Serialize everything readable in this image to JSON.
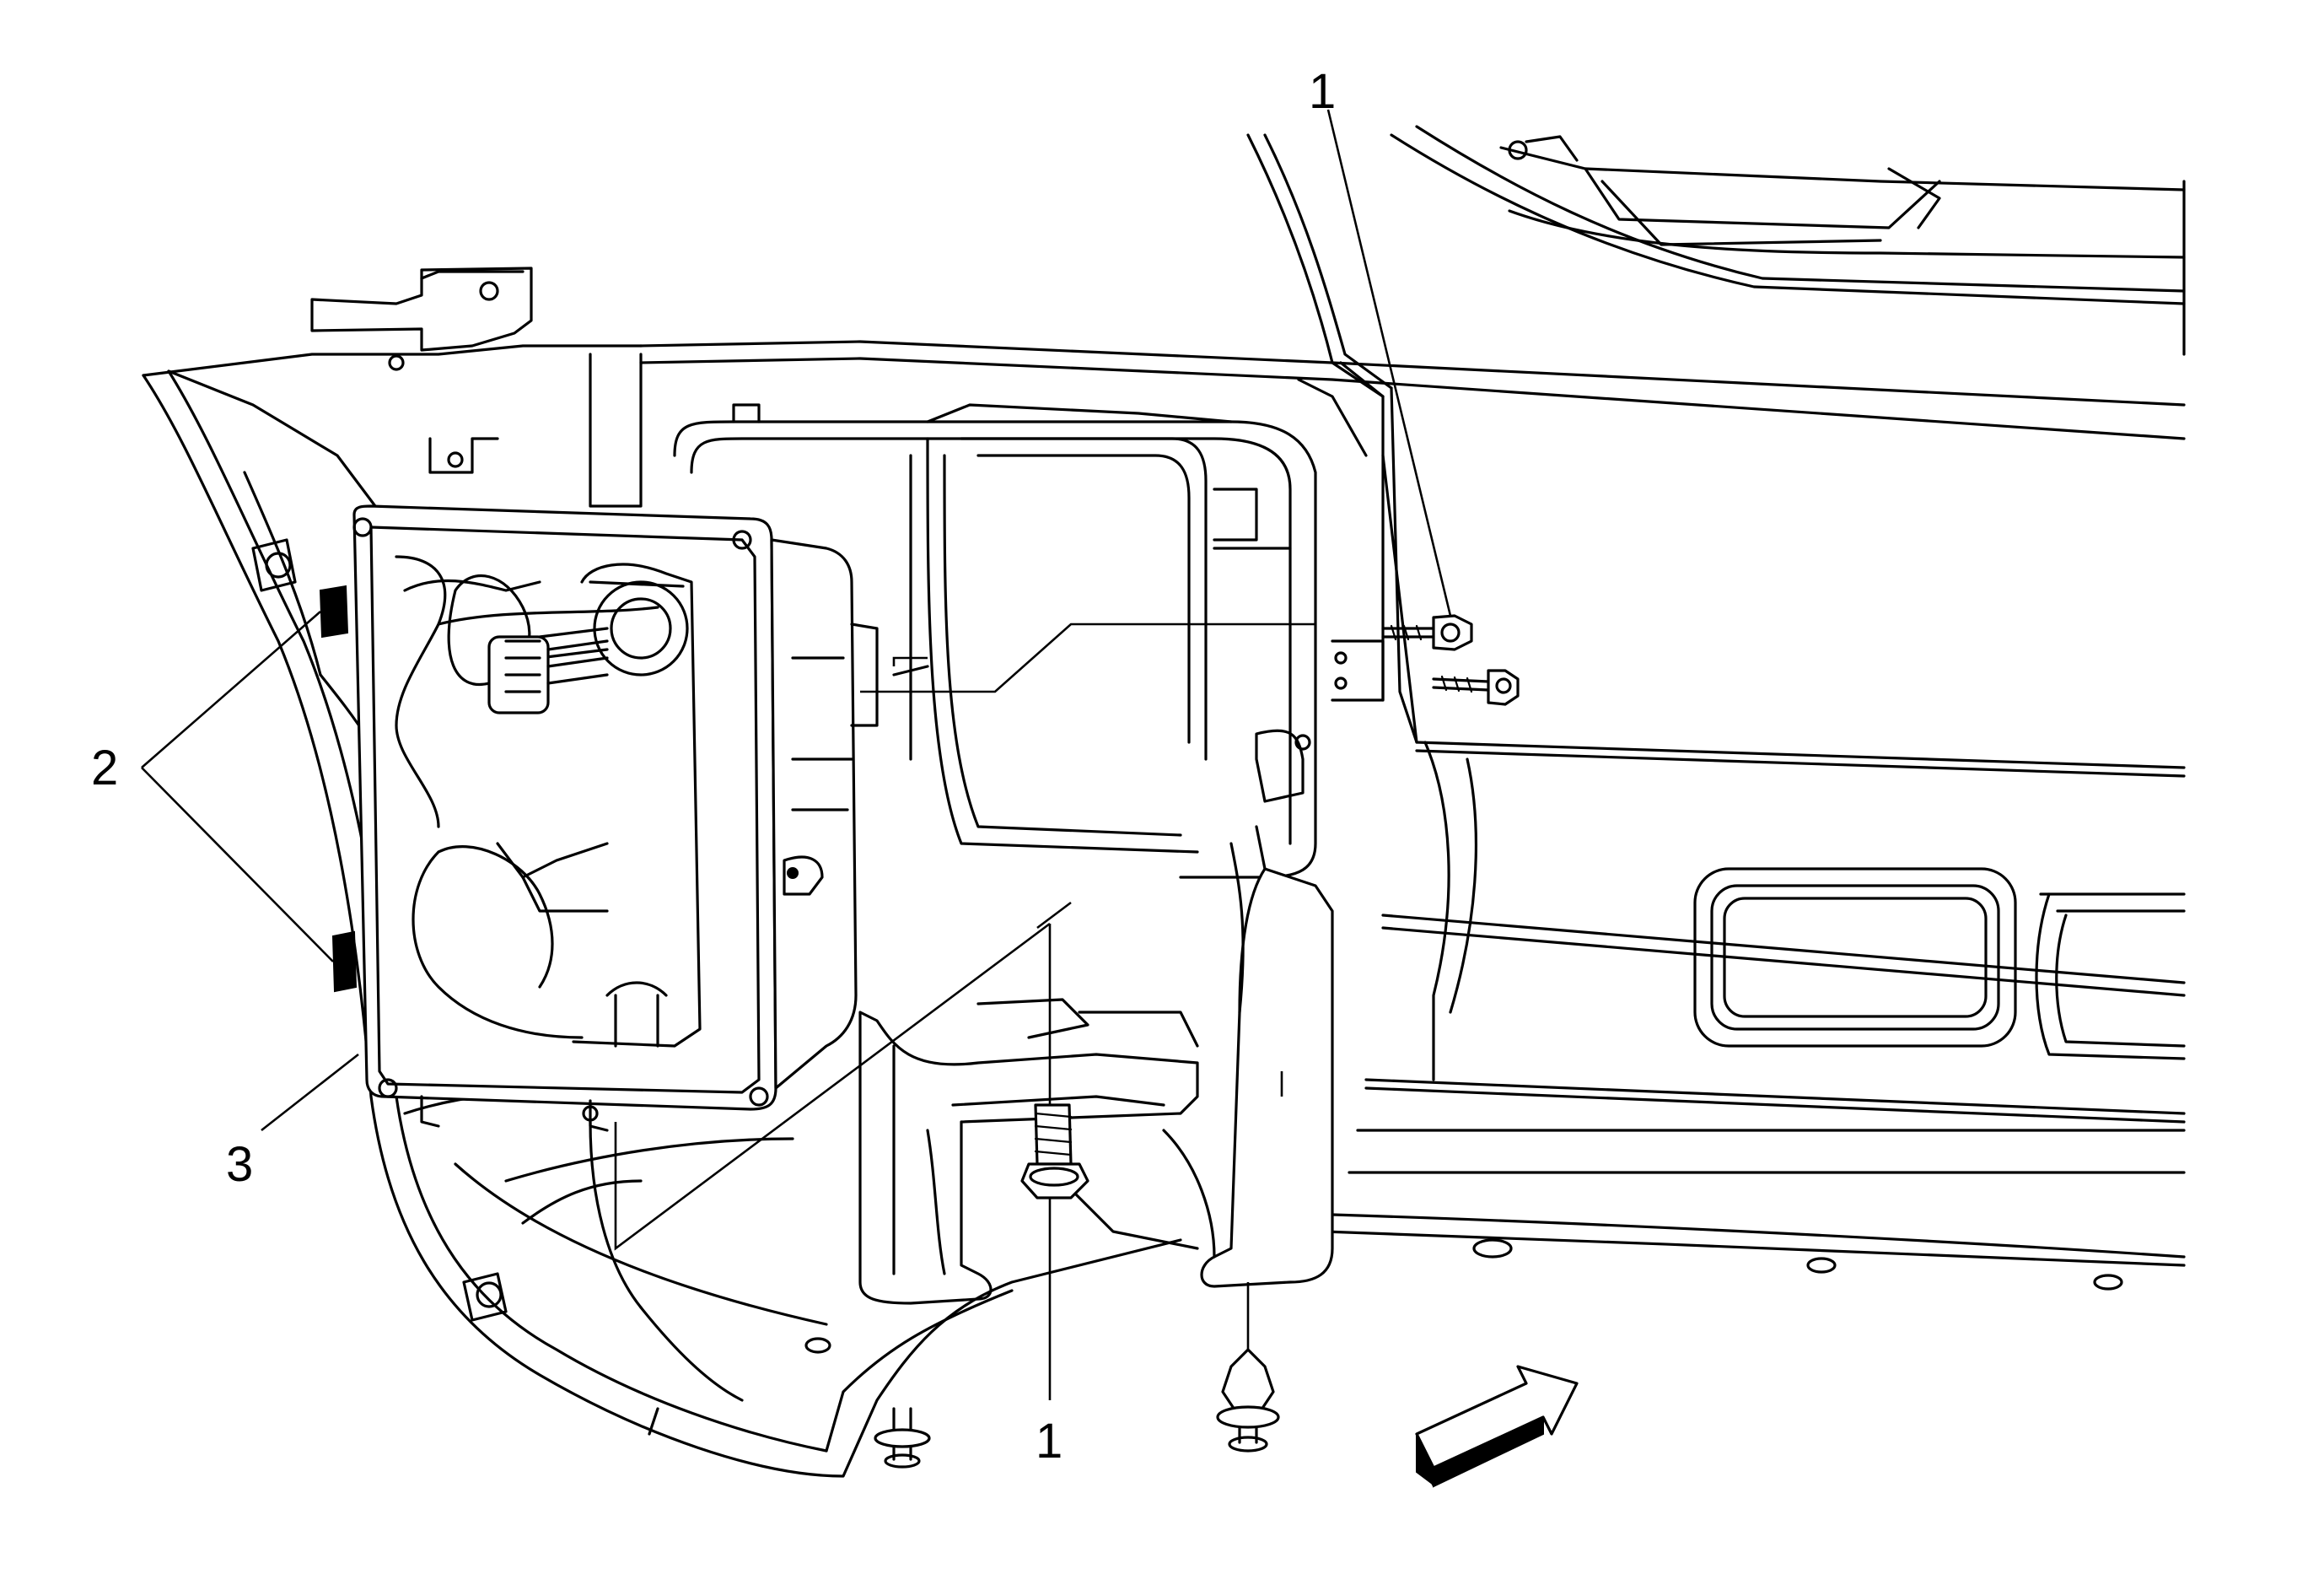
{
  "figure": {
    "callouts": {
      "fastener_top": "1",
      "fastener_bottom": "1",
      "tabs": "2",
      "fog_lamp_housing": "3"
    },
    "colors": {
      "line": "#000000",
      "background": "#ffffff"
    },
    "icons": {
      "direction_arrow": "forward-arrow-icon"
    }
  }
}
